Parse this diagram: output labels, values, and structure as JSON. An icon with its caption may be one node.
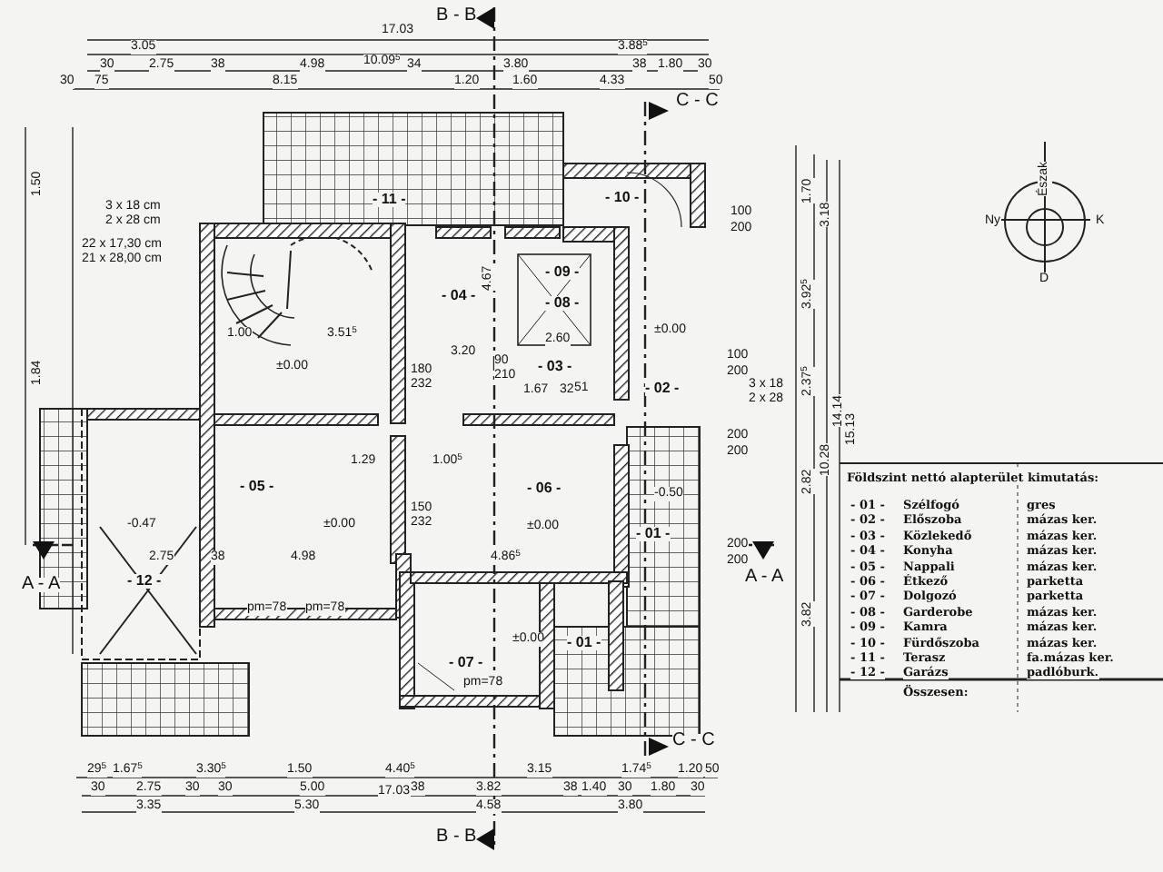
{
  "diagram": {
    "nodes": [
      {
        "text": [
          "- 10 -"
        ]
      },
      {
        "text": [
          "- 11 -"
        ]
      },
      {
        "text": [
          "- 09 -"
        ]
      },
      {
        "text": [
          "- 04 -"
        ]
      },
      {
        "text": [
          "- 08 -"
        ]
      },
      {
        "text": [
          "- 03 -"
        ]
      },
      {
        "text": [
          "- 02 -"
        ]
      },
      {
        "text": [
          "- 05 -"
        ]
      },
      {
        "text": [
          "- 06 -"
        ]
      },
      {
        "text": [
          "- 01 -"
        ]
      },
      {
        "text": [
          "- 12 -"
        ]
      },
      {
        "text": [
          "- 01 -"
        ]
      },
      {
        "text": [
          "- 07 -"
        ]
      }
    ],
    "labels": [
      "B - B",
      "17.03",
      "3.05",
      "10.09$^{5}$",
      "3.88$^{5}$",
      "30",
      "2.75",
      "38",
      "4.98",
      "34",
      "3.80",
      "38",
      "1.80",
      "30",
      "30",
      "75",
      "8.15",
      "1.20",
      "1.60",
      "4.33",
      "50",
      "C - C",
      "3 x 18 cm",
      "2 x 28 cm",
      "22 x 17,30 cm",
      "21 x 28,00 cm",
      "1.50",
      "1.84",
      "±0.00",
      "±0.00",
      "-0.47",
      "±0.00",
      "±0.00",
      "-0.50",
      "±0.00",
      "3.20",
      "2.60",
      "1.67",
      "32",
      "51",
      "4.67",
      "1.00",
      "3.51$^{5}$",
      "2.75",
      "38",
      "4.98",
      "4.86$^{5}$",
      "1.29",
      "1.00$^{5}$",
      "pm=78",
      "pm=78",
      "pm=78",
      "180",
      "232",
      "150",
      "232",
      "90",
      "210",
      "100",
      "200",
      "100",
      "200",
      "3 x 18",
      "2 x 28",
      "200",
      "200",
      "200",
      "200",
      "1.70",
      "3.18",
      "3.92$^{5}$",
      "2.37$^{5}$",
      "2.82",
      "3.82",
      "10.28",
      "14.14",
      "15.13",
      "A - A",
      "A - A",
      "29$^{5}$",
      "1.67$^{5}$",
      "3.30$^{5}$",
      "1.50",
      "4.40$^{5}$",
      "3.15",
      "1.74$^{5}$",
      "1.20",
      "50",
      "30",
      "2.75",
      "30",
      "30",
      "5.00",
      "17.03",
      "38",
      "3.82",
      "38",
      "1.40",
      "30",
      "1.80",
      "30",
      "3.35",
      "5.30",
      "4.58",
      "3.80",
      "C - C",
      "B - B",
      "Észak",
      "Ny",
      "K",
      "D",
      "Földszint nettó alapterület kimutatás:",
      "- 01 -",
      "Szélfogó",
      "gres",
      "- 02 -",
      "Előszoba",
      "mázas ker.",
      "- 03 -",
      "Közlekedő",
      "mázas ker.",
      "- 04 -",
      "Konyha",
      "mázas ker.",
      "- 05 -",
      "Nappali",
      "mázas ker.",
      "- 06 -",
      "Étkező",
      "parketta",
      "- 07 -",
      "Dolgozó",
      "parketta",
      "- 08 -",
      "Garderobe",
      "mázas ker.",
      "- 09 -",
      "Kamra",
      "mázas ker.",
      "- 10 -",
      "Fürdőszoba",
      "mázas ker.",
      "- 11 -",
      "Terasz",
      "fa.mázas ker.",
      "- 12 -",
      "Garázs",
      "padlóburk.",
      "Összesen:"
    ]
  }
}
